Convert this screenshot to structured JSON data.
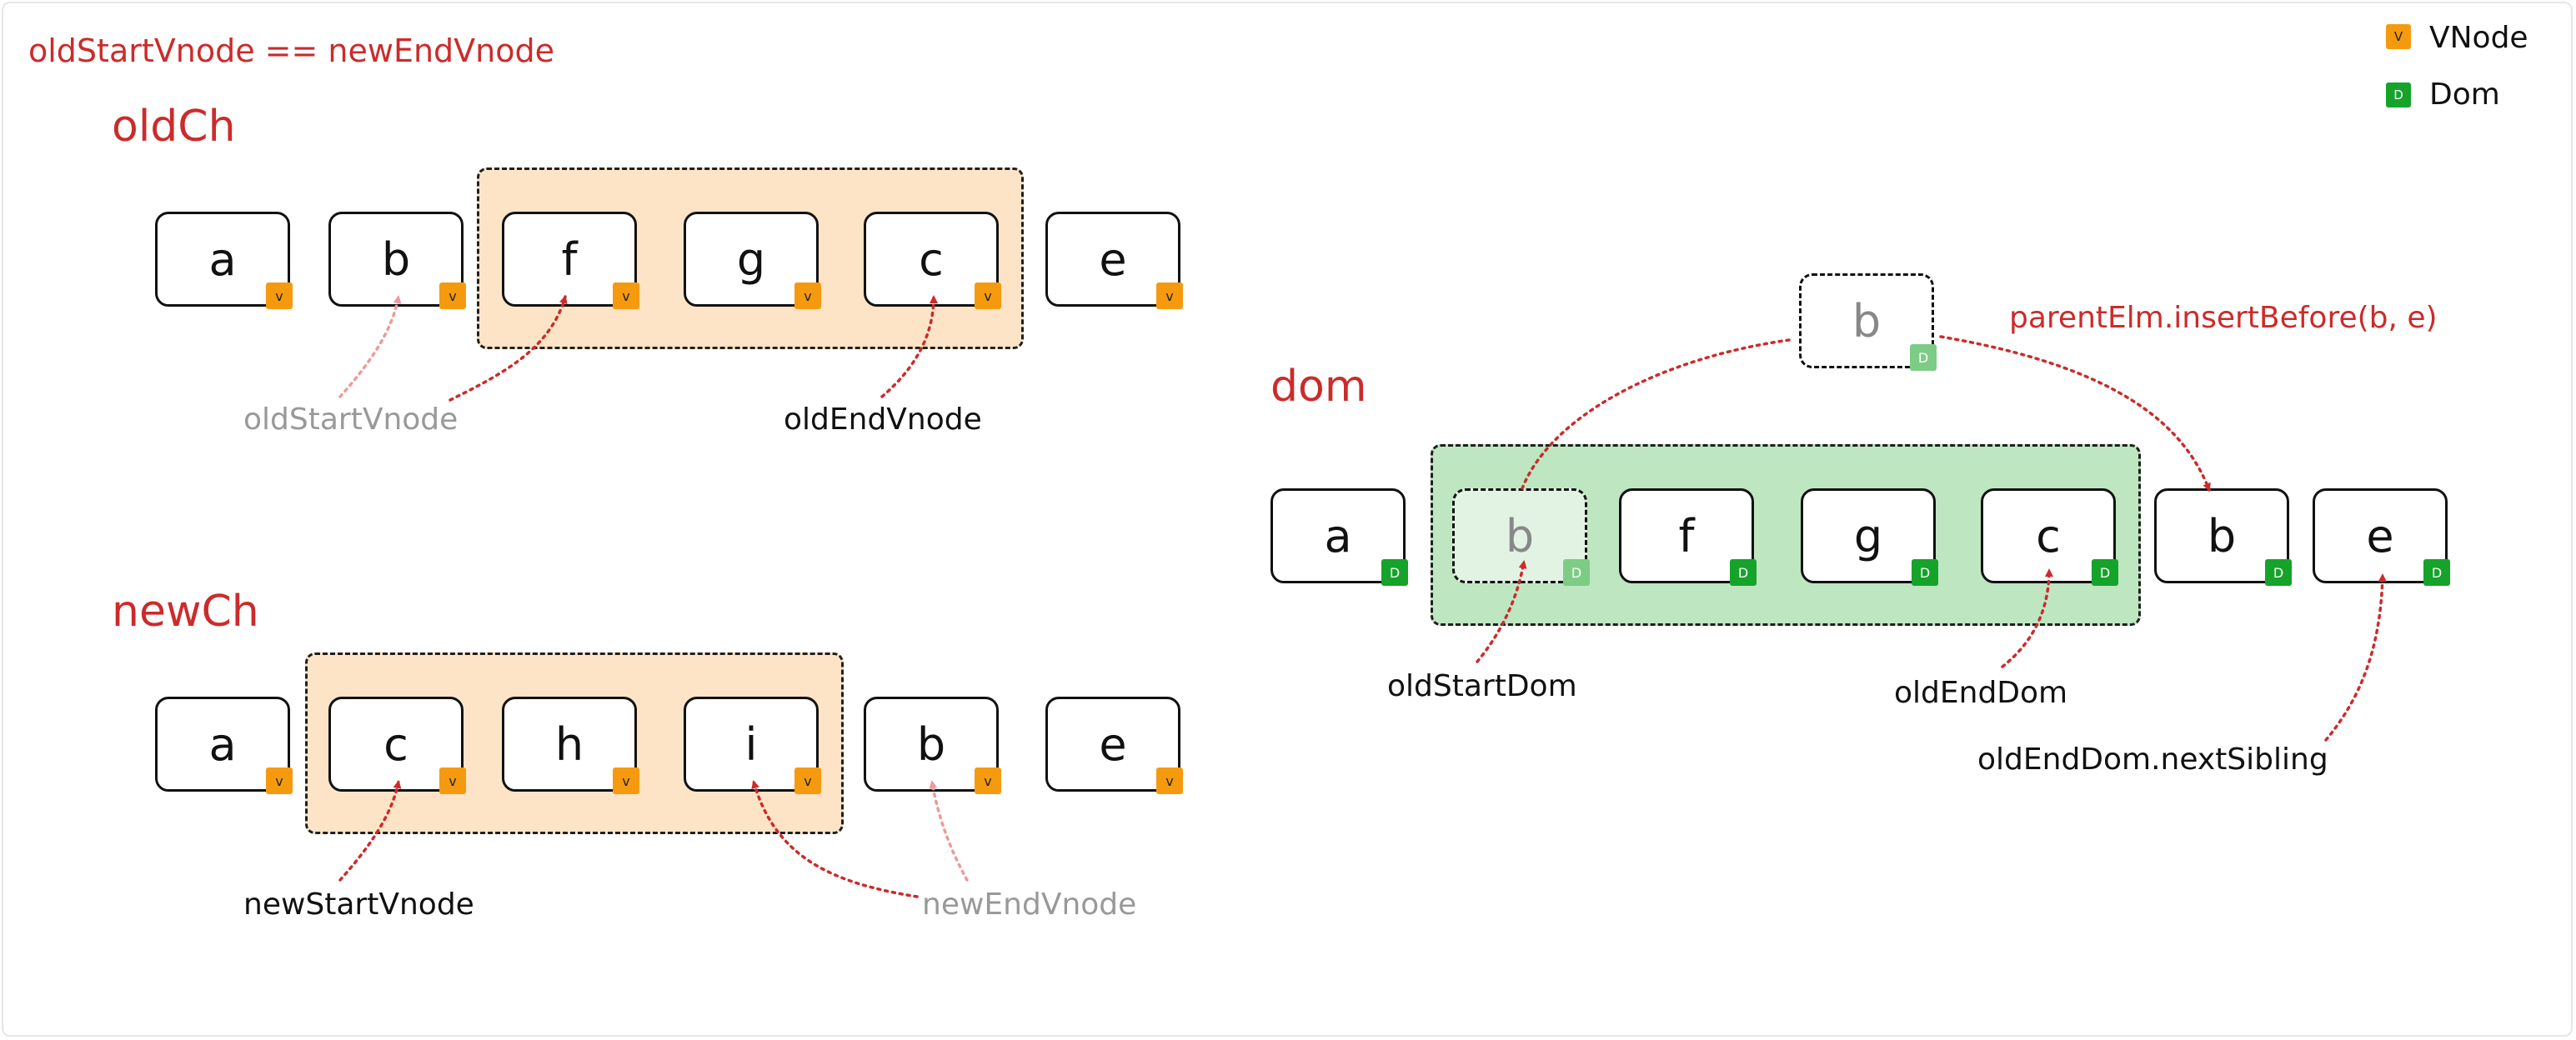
{
  "header": "oldStartVnode == newEndVnode",
  "legend": {
    "vnode_badge": "V",
    "vnode_label": "VNode",
    "dom_badge": "D",
    "dom_label": "Dom"
  },
  "colors": {
    "title_red": "#cc2b2b",
    "vnode_badge": "#f59a0f",
    "dom_badge": "#15a32a",
    "dom_badge_faded": "#7dcc86",
    "old_range_fill": "#fde4c6",
    "dom_range_fill": "#bee6c1",
    "arrow_red": "#cc2b2b",
    "arrow_pink": "#ee9a9a"
  },
  "oldCh": {
    "title": "oldCh",
    "nodes": [
      "a",
      "b",
      "f",
      "g",
      "c",
      "e"
    ],
    "oldStartVnode_label": "oldStartVnode",
    "oldEndVnode_label": "oldEndVnode"
  },
  "newCh": {
    "title": "newCh",
    "nodes": [
      "a",
      "c",
      "h",
      "i",
      "b",
      "e"
    ],
    "newStartVnode_label": "newStartVnode",
    "newEndVnode_label": "newEndVnode"
  },
  "dom": {
    "title": "dom",
    "nodes": [
      "a",
      "b",
      "f",
      "g",
      "c",
      "b",
      "e"
    ],
    "floating_node": "b",
    "insert_call": "parentElm.insertBefore(b, e)",
    "oldStartDom_label": "oldStartDom",
    "oldEndDom_label": "oldEndDom",
    "nextSibling_label": "oldEndDom.nextSibling"
  }
}
